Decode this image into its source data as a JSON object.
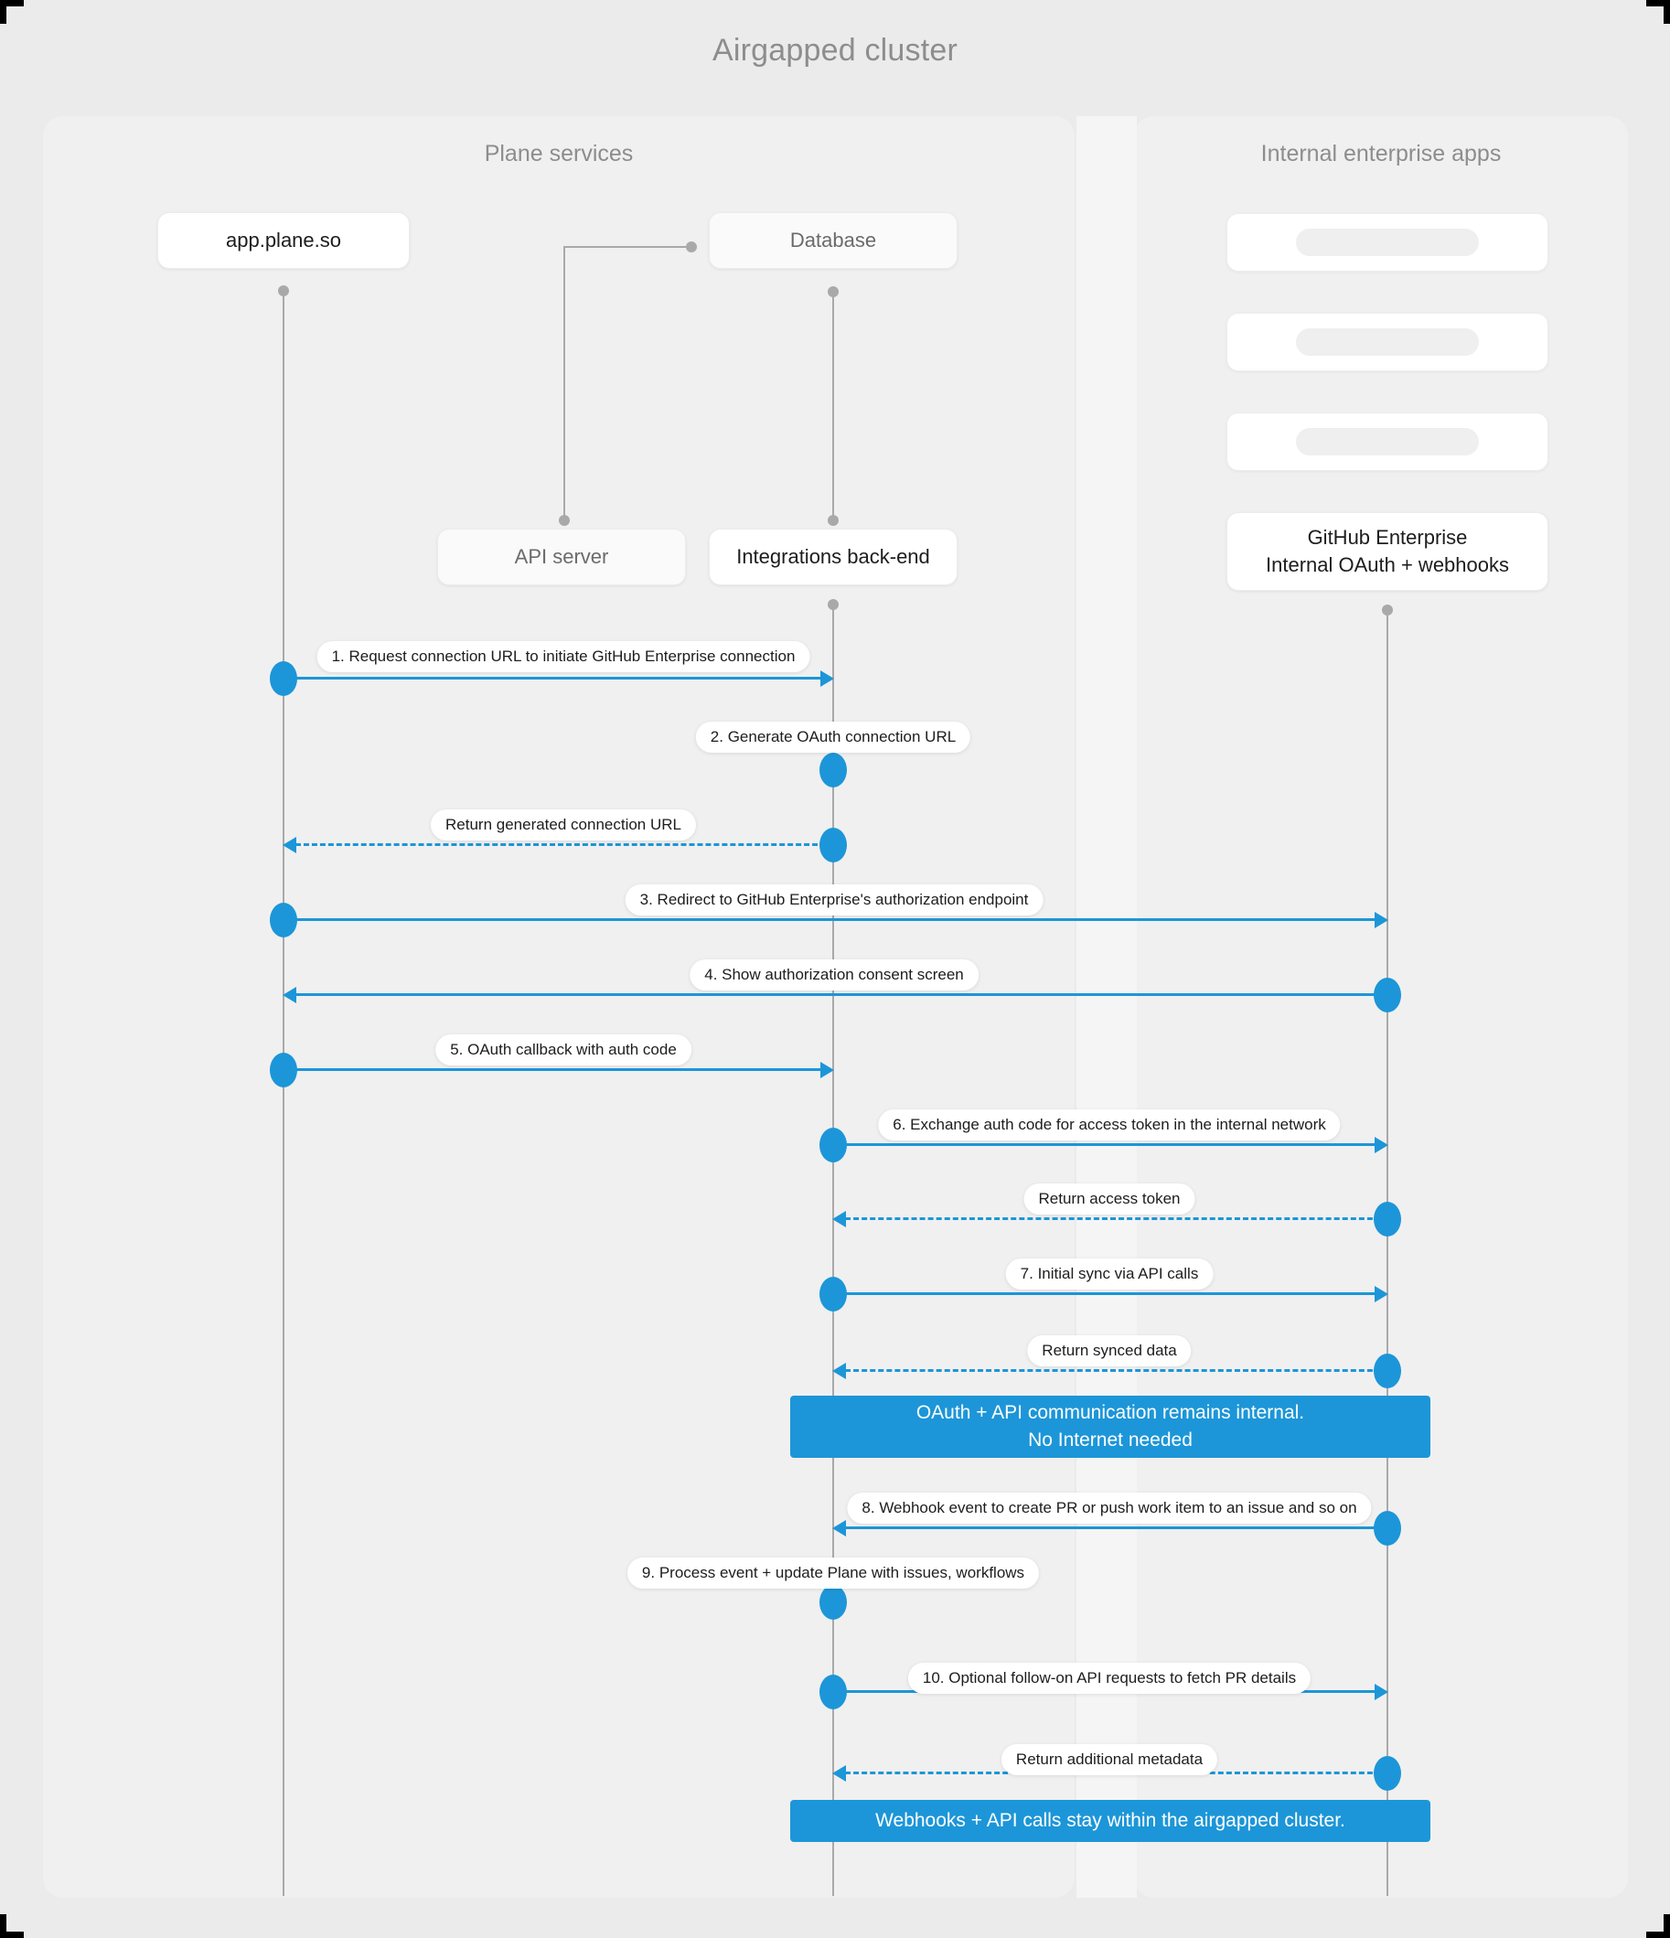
{
  "title": "Airgapped cluster",
  "accent": "#1c96d8",
  "panels": {
    "plane": {
      "title": "Plane services"
    },
    "enterprise": {
      "title": "Internal enterprise apps"
    }
  },
  "nodes": {
    "app": "app.plane.so",
    "database": "Database",
    "api_server": "API server",
    "integrations": "Integrations back-end",
    "github_line1": "GitHub Enterprise",
    "github_line2": "Internal OAuth + webhooks"
  },
  "messages": [
    {
      "id": 1,
      "label": "1. Request connection URL to initiate GitHub Enterprise connection"
    },
    {
      "id": 2,
      "label": "2. Generate OAuth connection URL"
    },
    {
      "id": 3,
      "label": "Return generated connection URL"
    },
    {
      "id": 4,
      "label": "3. Redirect to GitHub Enterprise's authorization endpoint"
    },
    {
      "id": 5,
      "label": "4. Show authorization consent screen"
    },
    {
      "id": 6,
      "label": "5. OAuth callback with auth code"
    },
    {
      "id": 7,
      "label": "6. Exchange auth code for access token in the internal network"
    },
    {
      "id": 8,
      "label": "Return access token"
    },
    {
      "id": 9,
      "label": "7. Initial sync via API calls"
    },
    {
      "id": 10,
      "label": "Return synced data"
    },
    {
      "id": 11,
      "label": "8. Webhook event to create PR  or push work item to an issue  and so on"
    },
    {
      "id": 12,
      "label": "9. Process event + update Plane with issues, workflows"
    },
    {
      "id": 13,
      "label": "10. Optional follow-on API requests to fetch PR details"
    },
    {
      "id": 14,
      "label": "Return additional metadata"
    }
  ],
  "notes": {
    "internal_line1": "OAuth + API communication remains internal.",
    "internal_line2": "No Internet needed",
    "airgapped": "Webhooks + API calls stay within the airgapped cluster."
  }
}
